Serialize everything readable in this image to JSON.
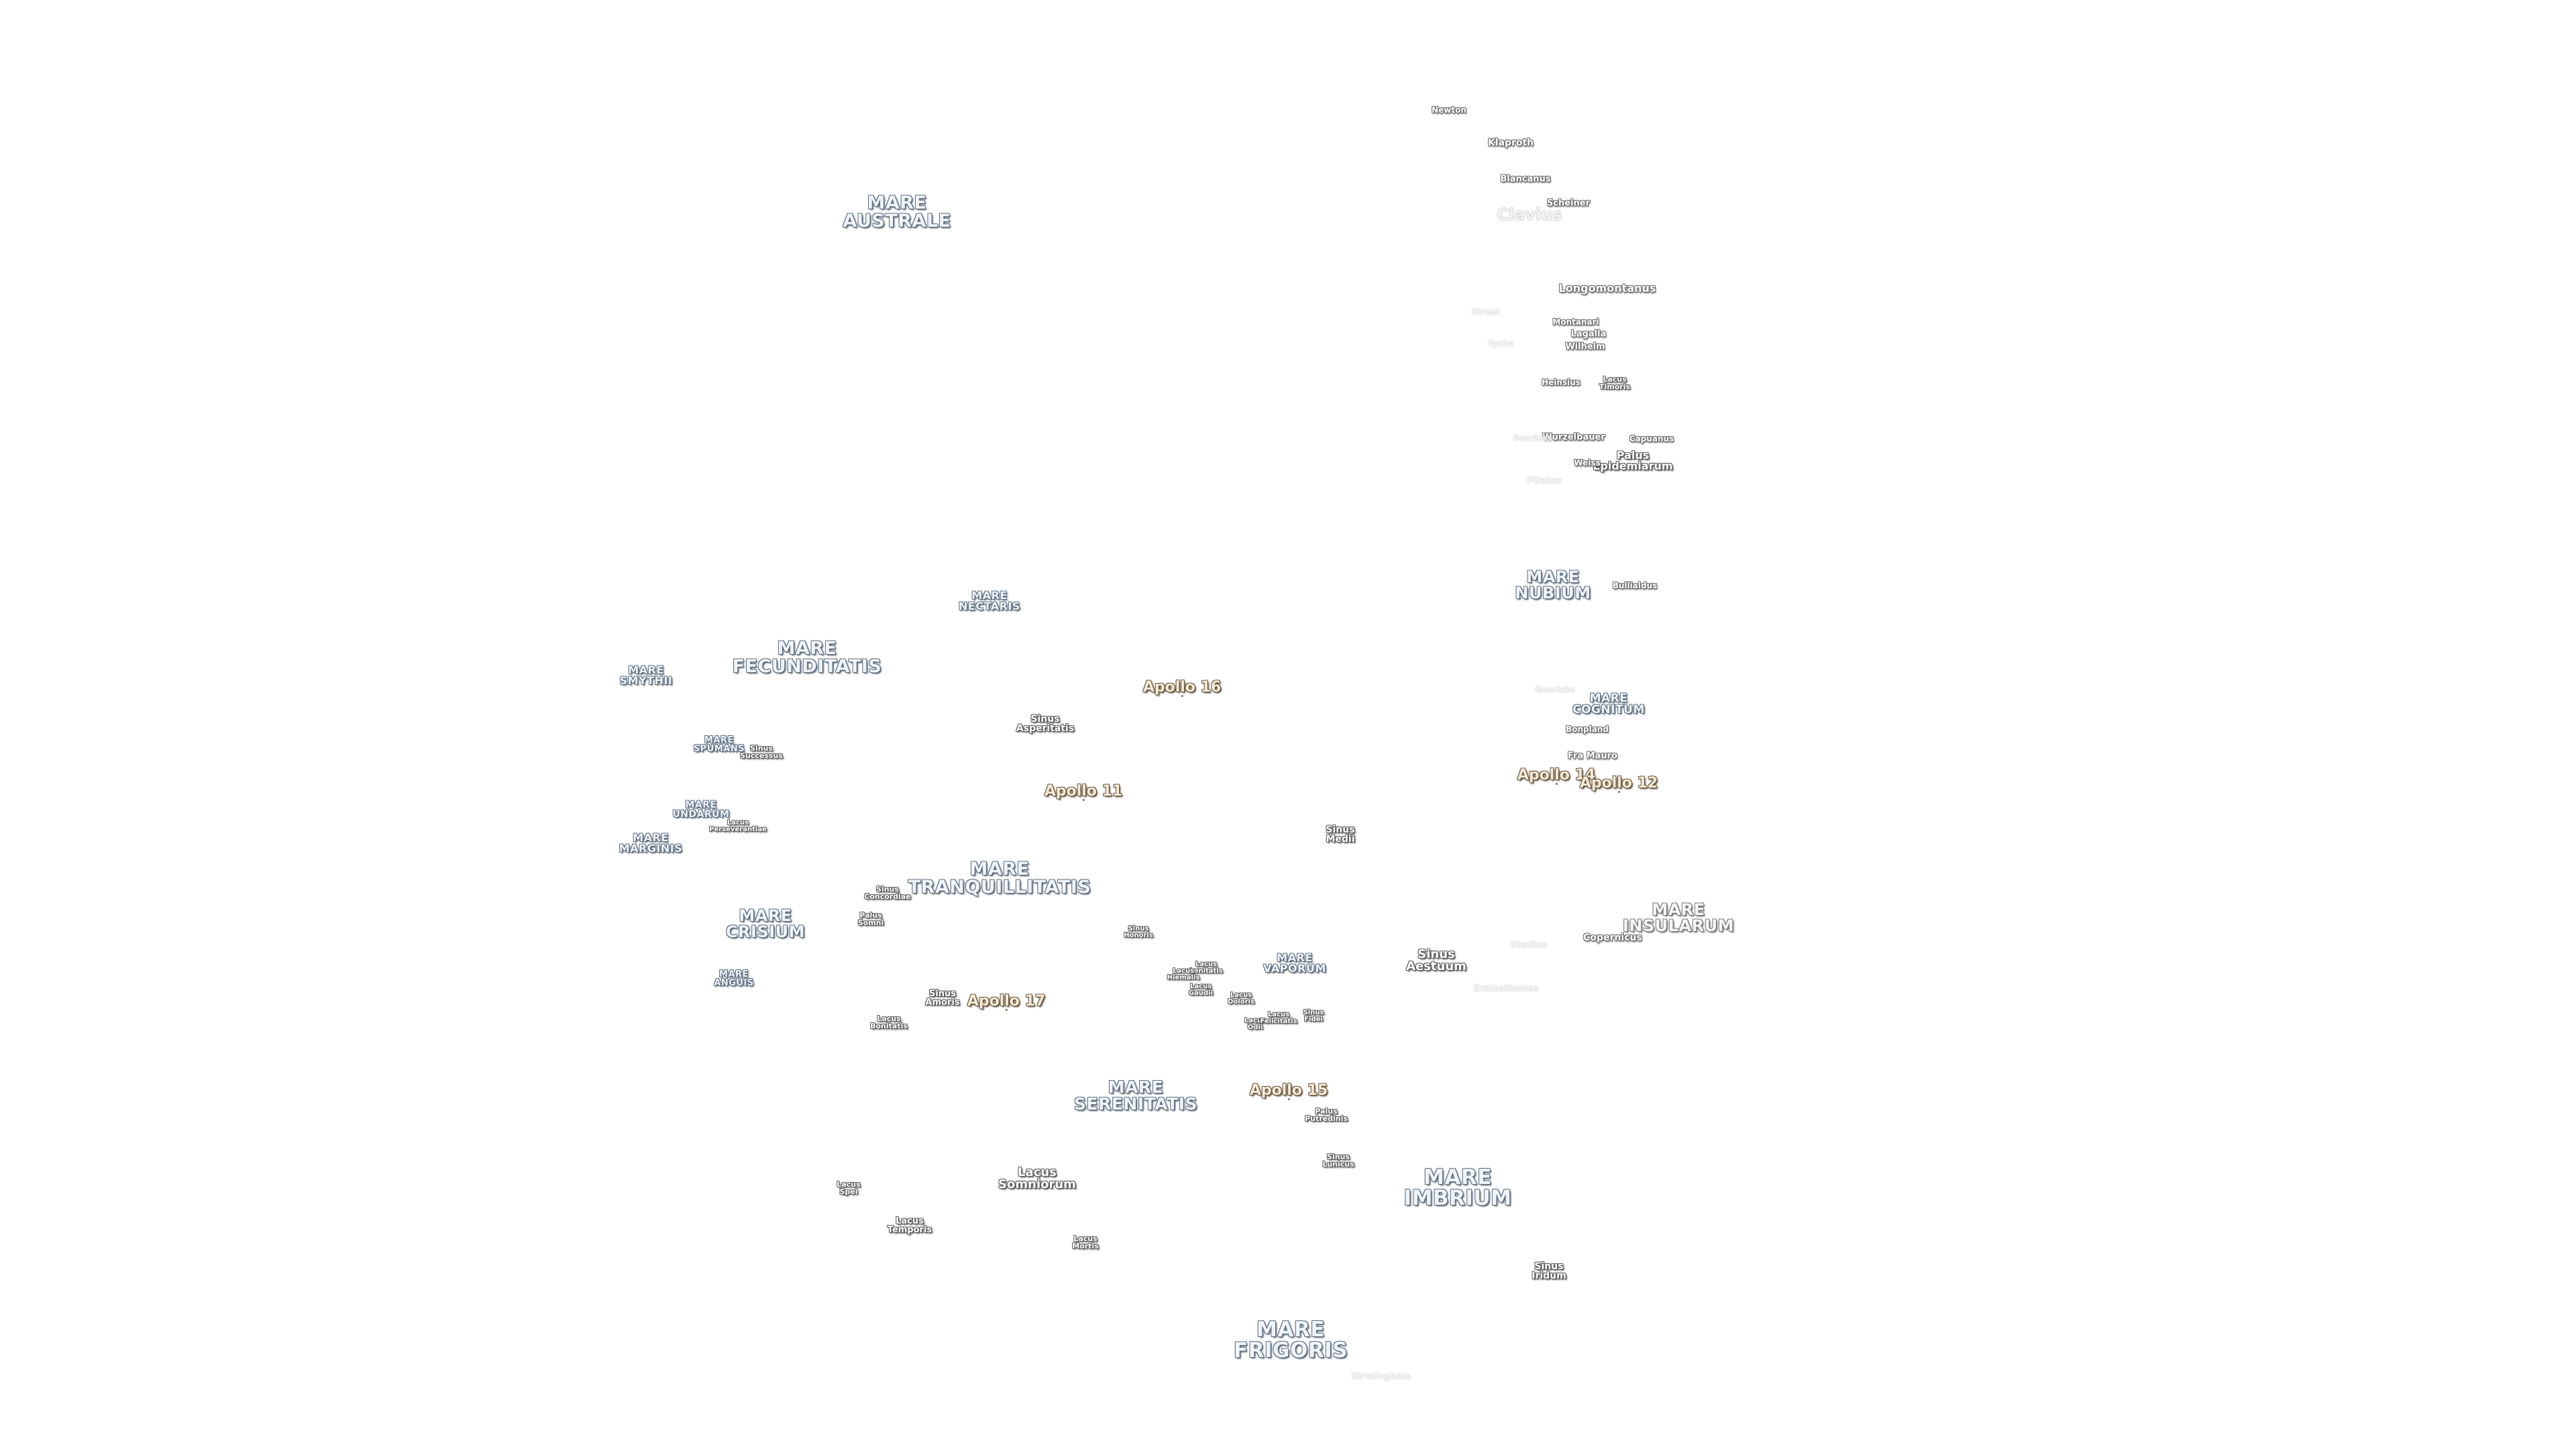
{
  "maria": [
    {
      "id": "mare-australe",
      "text": "MARE\nAUSTRALE"
    },
    {
      "id": "mare-nectaris",
      "text": "MARE\nNECTARIS"
    },
    {
      "id": "mare-smythii",
      "text": "MARE\nSMYTHII"
    },
    {
      "id": "mare-fecunditatis",
      "text": "MARE\nFECUNDITATIS"
    },
    {
      "id": "mare-spumans",
      "text": "MARE\nSPUMANS"
    },
    {
      "id": "mare-undarum",
      "text": "MARE\nUNDARUM"
    },
    {
      "id": "mare-marginis",
      "text": "MARE\nMARGINIS"
    },
    {
      "id": "mare-tranquillitatis",
      "text": "MARE\nTRANQUILLITATIS"
    },
    {
      "id": "mare-crisium",
      "text": "MARE\nCRISIUM"
    },
    {
      "id": "mare-anguis",
      "text": "MARE\nANGUIS"
    },
    {
      "id": "mare-serenitatis",
      "text": "MARE\nSERENITATIS"
    },
    {
      "id": "mare-vaporum",
      "text": "MARE\nVAPORUM"
    },
    {
      "id": "mare-imbrium",
      "text": "MARE\nIMBRIUM"
    },
    {
      "id": "mare-frigoris",
      "text": "MARE\nFRIGORIS"
    },
    {
      "id": "mare-nubium",
      "text": "MARE\nNUBIUM"
    },
    {
      "id": "mare-cognitum",
      "text": "MARE\nCOGNITUM"
    },
    {
      "id": "mare-insularum",
      "text": "MARE\nINSULARUM"
    }
  ],
  "features": [
    {
      "id": "sinus-asperitatis",
      "text": "Sinus\nAsperitatis"
    },
    {
      "id": "sinus-successus",
      "text": "Sinus\nSuccessus"
    },
    {
      "id": "lacus-perseverantiae",
      "text": "Lacus\nPerseverantiae"
    },
    {
      "id": "sinus-concordiae",
      "text": "Sinus\nConcordiae"
    },
    {
      "id": "palus-somni",
      "text": "Palus\nSomni"
    },
    {
      "id": "sinus-amoris",
      "text": "Sinus\nAmoris"
    },
    {
      "id": "lacus-bonitatis",
      "text": "Lacus\nBonitatis"
    },
    {
      "id": "sinus-honoris",
      "text": "Sinus\nHonoris"
    },
    {
      "id": "lacus-lenitatis",
      "text": "Lacus\nLenitatis"
    },
    {
      "id": "lacus-hiemalis",
      "text": "Lacus\nHiemalis"
    },
    {
      "id": "lacus-gaudii",
      "text": "Lacus\nGaudii"
    },
    {
      "id": "lacus-doloris",
      "text": "Lacus\nDoloris"
    },
    {
      "id": "lacus-odii",
      "text": "Lacus\nOdii"
    },
    {
      "id": "lacus-felicitatis",
      "text": "Lacus\nFelicitatis"
    },
    {
      "id": "sinus-fidei",
      "text": "Sinus\nFidei"
    },
    {
      "id": "sinus-medii",
      "text": "Sinus\nMedii"
    },
    {
      "id": "sinus-aestuum",
      "text": "Sinus\nAestuum"
    },
    {
      "id": "palus-putredinis",
      "text": "Palus\nPutredinis"
    },
    {
      "id": "sinus-lunicus",
      "text": "Sinus\nLunicus"
    },
    {
      "id": "lacus-somniorum",
      "text": "Lacus\nSomniorum"
    },
    {
      "id": "lacus-spei",
      "text": "Lacus\nSpei"
    },
    {
      "id": "lacus-temporis",
      "text": "Lacus\nTemporis"
    },
    {
      "id": "lacus-mortis",
      "text": "Lacus\nMortis"
    },
    {
      "id": "sinus-iridum",
      "text": "Sinus\nIridum"
    },
    {
      "id": "lacus-timoris",
      "text": "Lacus\nTimoris"
    },
    {
      "id": "palus-epidemiarum",
      "text": "Palus\nEpidemiarum"
    }
  ],
  "craters": [
    {
      "id": "newton",
      "text": "Newton",
      "faint": false
    },
    {
      "id": "klaproth",
      "text": "Klaproth",
      "faint": false
    },
    {
      "id": "blancanus",
      "text": "Blancanus",
      "faint": false
    },
    {
      "id": "scheiner",
      "text": "Scheiner",
      "faint": false
    },
    {
      "id": "clavius",
      "text": "Clavius",
      "faint": true,
      "big": true
    },
    {
      "id": "longomontanus",
      "text": "Longomontanus",
      "faint": false
    },
    {
      "id": "montanari",
      "text": "Montanari",
      "faint": false
    },
    {
      "id": "lagalla",
      "text": "Lagalla",
      "faint": false
    },
    {
      "id": "wilhelm",
      "text": "Wilhelm",
      "faint": false
    },
    {
      "id": "heinsius",
      "text": "Heinsius",
      "faint": false
    },
    {
      "id": "wurzelbauer",
      "text": "Wurzelbauer",
      "faint": false
    },
    {
      "id": "capuanus",
      "text": "Capuanus",
      "faint": false
    },
    {
      "id": "weiss",
      "text": "Weiss",
      "faint": false
    },
    {
      "id": "pitatus",
      "text": "Pitatus",
      "faint": true
    },
    {
      "id": "tycho",
      "text": "Tycho",
      "faint": true
    },
    {
      "id": "street",
      "text": "Street",
      "faint": true
    },
    {
      "id": "gauricus",
      "text": "Gauricus",
      "faint": true
    },
    {
      "id": "bullialdus",
      "text": "Bullialdus",
      "faint": false
    },
    {
      "id": "guericke",
      "text": "Guericke",
      "faint": true
    },
    {
      "id": "bonpland",
      "text": "Bonpland",
      "faint": false
    },
    {
      "id": "fra-mauro",
      "text": "Fra Mauro",
      "faint": false
    },
    {
      "id": "copernicus",
      "text": "Copernicus",
      "faint": false
    },
    {
      "id": "stadius",
      "text": "Stadius",
      "faint": true
    },
    {
      "id": "eratosthenes",
      "text": "Eratosthenes",
      "faint": true
    },
    {
      "id": "birmingham",
      "text": "Birmingham",
      "faint": true
    }
  ],
  "missions": [
    {
      "id": "apollo-16",
      "text": "Apollo 16"
    },
    {
      "id": "apollo-11",
      "text": "Apollo 11"
    },
    {
      "id": "apollo-14",
      "text": "Apollo 14"
    },
    {
      "id": "apollo-12",
      "text": "Apollo 12"
    },
    {
      "id": "apollo-17",
      "text": "Apollo 17"
    },
    {
      "id": "apollo-15",
      "text": "Apollo 15"
    }
  ]
}
